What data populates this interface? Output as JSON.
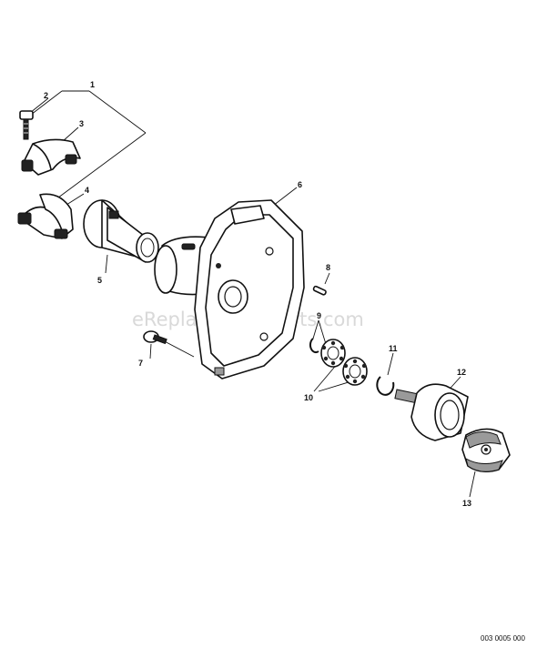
{
  "watermark": "eReplacementParts.com",
  "footer_code": "003 0005 000",
  "callouts": {
    "c1": "1",
    "c2": "2",
    "c3": "3",
    "c4": "4",
    "c5": "5",
    "c6": "6",
    "c7": "7",
    "c8": "8",
    "c9": "9",
    "c10": "10",
    "c11": "11",
    "c12": "12",
    "c13": "13"
  },
  "parts": [
    {
      "id": "1",
      "icon": "clamp-assembly-icon"
    },
    {
      "id": "2",
      "icon": "bolt-icon"
    },
    {
      "id": "3",
      "icon": "upper-clamp-icon"
    },
    {
      "id": "4",
      "icon": "lower-clamp-icon"
    },
    {
      "id": "5",
      "icon": "shaft-sleeve-icon"
    },
    {
      "id": "6",
      "icon": "clutch-housing-icon"
    },
    {
      "id": "7",
      "icon": "screw-icon"
    },
    {
      "id": "8",
      "icon": "pin-icon"
    },
    {
      "id": "9",
      "icon": "snap-ring-icon"
    },
    {
      "id": "10",
      "icon": "ball-bearing-icon"
    },
    {
      "id": "11",
      "icon": "snap-ring-icon"
    },
    {
      "id": "12",
      "icon": "clutch-drum-icon"
    },
    {
      "id": "13",
      "icon": "clutch-shoe-icon"
    }
  ]
}
